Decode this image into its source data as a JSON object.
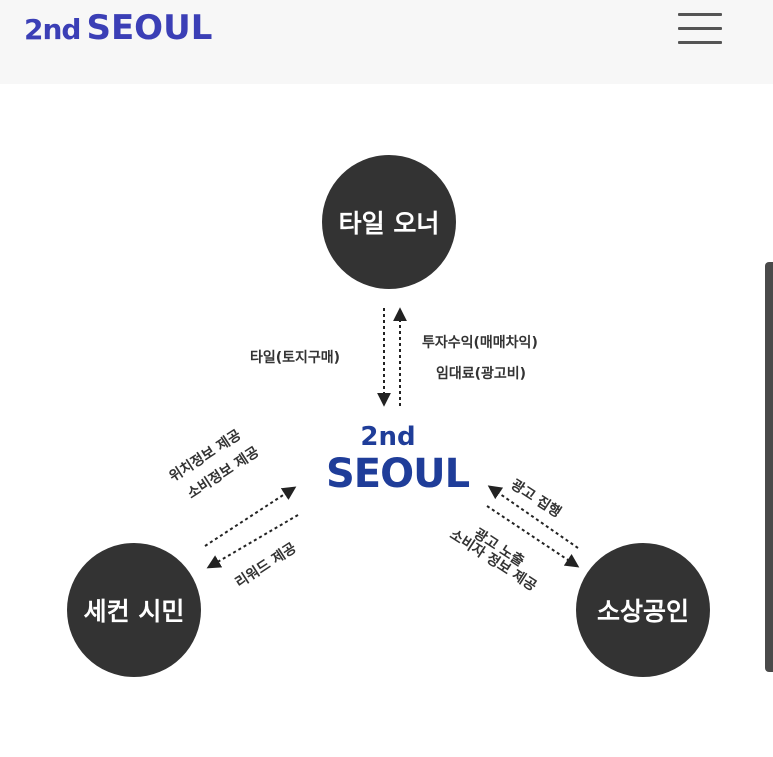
{
  "header": {
    "logo_prefix": "2nd",
    "logo_name": "SEOUL"
  },
  "diagram": {
    "nodes": {
      "top": "타일 오너",
      "bottom_left": "세컨 시민",
      "bottom_right": "소상공인"
    },
    "center_logo": {
      "line1": "2nd",
      "line2": "SEOUL"
    },
    "edges": {
      "top_down": "타일(토지구매)",
      "top_up_line1": "투자수익(매매차익)",
      "top_up_line2": "임대료(광고비)",
      "left_to_center_line1": "위치정보 제공",
      "left_to_center_line2": "소비정보 제공",
      "center_to_left": "리워드 제공",
      "right_to_center": "광고 집행",
      "center_to_right_line1": "광고 노출",
      "center_to_right_line2": "소비자 정보 제공"
    }
  }
}
